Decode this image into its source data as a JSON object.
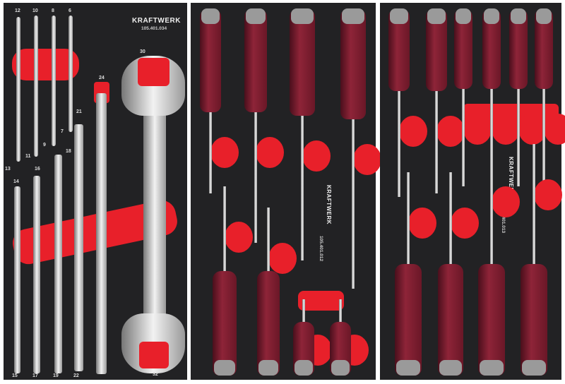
{
  "left_tray": {
    "brand": "KRAFTWERK",
    "code": "105.401.034",
    "size_labels": [
      "12",
      "10",
      "8",
      "6",
      "30",
      "24",
      "21",
      "7",
      "9",
      "11",
      "13",
      "18",
      "16",
      "14",
      "15",
      "17",
      "19",
      "22",
      "32"
    ]
  },
  "middle_tray": {
    "brand": "KRAFTWERK",
    "code": "105.401.012"
  },
  "right_tray": {
    "brand": "KRAFTWERK",
    "code": "105.401.013"
  },
  "colors": {
    "tray": "#222224",
    "foam": "#e8202a",
    "handle": "#8e2438"
  }
}
